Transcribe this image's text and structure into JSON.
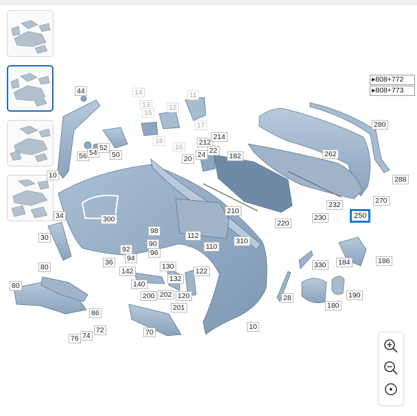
{
  "thumbnails": [
    {
      "name": "view-1",
      "active": false
    },
    {
      "name": "view-2",
      "active": true
    },
    {
      "name": "view-3",
      "active": false
    },
    {
      "name": "view-4",
      "active": false
    }
  ],
  "references": [
    {
      "label": "▸808+772"
    },
    {
      "label": "▸808+773"
    }
  ],
  "part_labels": {
    "p44": "44",
    "p14": "14",
    "p11": "11",
    "p13": "13",
    "p15": "15",
    "p12": "12",
    "p17": "17",
    "p18": "18",
    "p16": "16",
    "p212": "212",
    "p214": "214",
    "p22": "22",
    "p24": "24",
    "p20": "20",
    "p182": "182",
    "p56": "56",
    "p54": "54",
    "p52": "52",
    "p50": "50",
    "p10a": "10",
    "p300": "300",
    "p34": "34",
    "p30": "30",
    "p98": "98",
    "p90": "90",
    "p96": "96",
    "p92": "92",
    "p94": "94",
    "p36": "36",
    "p112": "112",
    "p110": "110",
    "p310": "310",
    "p210": "210",
    "p220": "220",
    "p230": "230",
    "p232": "232",
    "p262": "262",
    "p280": "280",
    "p288": "288",
    "p270": "270",
    "p250": "250",
    "p184": "184",
    "p186": "186",
    "p330": "330",
    "p80a": "80",
    "p80b": "80",
    "p142": "142",
    "p130": "130",
    "p140": "140",
    "p132": "132",
    "p122": "122",
    "p200": "200",
    "p202": "202",
    "p120": "120",
    "p201": "201",
    "p86": "86",
    "p76": "76",
    "p74": "74",
    "p72": "72",
    "p70": "70",
    "p28": "28",
    "p180": "180",
    "p190": "190",
    "p10b": "10"
  },
  "selected_part": "250",
  "zoom_controls": {
    "zoom_in": "zoom-in",
    "zoom_out": "zoom-out",
    "reset": "reset-view"
  },
  "colors": {
    "part_fill": "#8da7c0",
    "part_stroke": "#5e7893",
    "selection": "#1978d4",
    "active_thumb": "#1e6bb8"
  }
}
